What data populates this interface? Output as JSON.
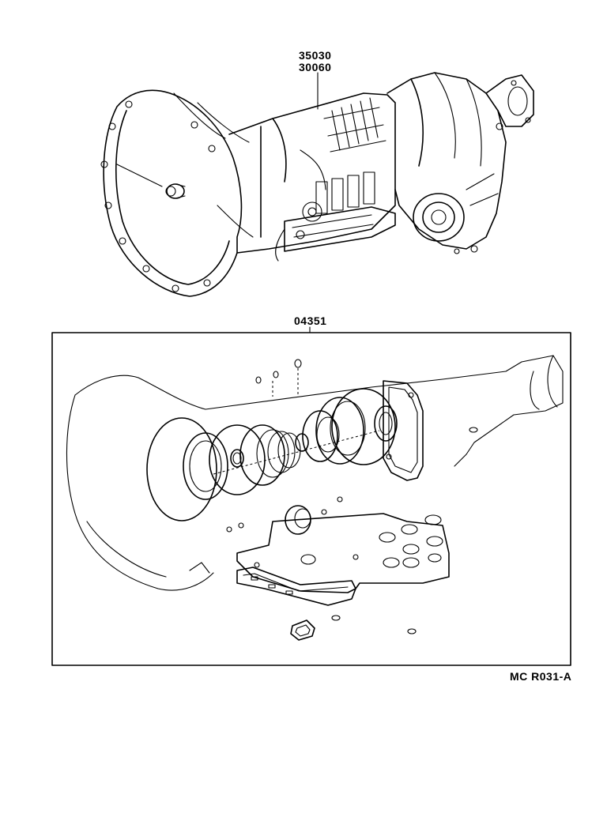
{
  "callouts": {
    "assembly_line1": "35030",
    "assembly_line2": "30060",
    "gasket_kit": "04351"
  },
  "figure_code": "MC  R031-A"
}
